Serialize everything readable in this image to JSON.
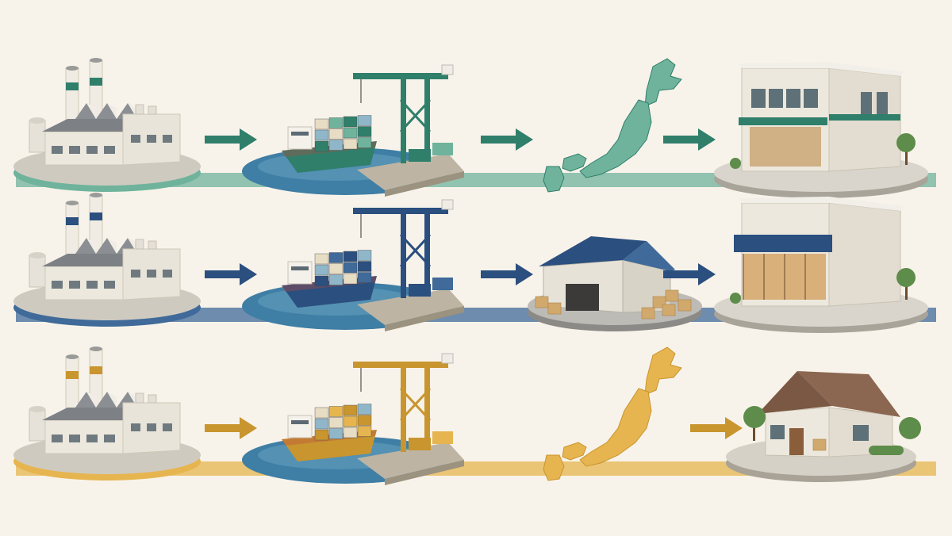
{
  "colors": {
    "background": "#f8f3ea",
    "ground": "#cfcac0",
    "building_wall": "#ede8dd",
    "building_shadow": "#c9c3b5",
    "roof": "#7d8186",
    "sea": "#3f7ea5",
    "sea_light": "#6aa3c2",
    "pier": "#bdb4a3",
    "box": "#d2a96d",
    "tree": "#5e8c4a"
  },
  "rows": [
    {
      "id": "japan-store",
      "accent": "#6fb39c",
      "accent_dark": "#2f7f6b",
      "stages": [
        "factory-icon",
        "port-icon",
        "japan-map-icon",
        "store-icon"
      ]
    },
    {
      "id": "warehouse-shop",
      "accent": "#3f6a99",
      "accent_dark": "#2b4f7e",
      "stages": [
        "factory-icon",
        "port-icon",
        "warehouse-icon",
        "shop-icon"
      ]
    },
    {
      "id": "japan-home",
      "accent": "#e6b54f",
      "accent_dark": "#c8952f",
      "stages": [
        "factory-icon",
        "port-icon",
        "japan-map-icon",
        "house-icon"
      ]
    }
  ]
}
